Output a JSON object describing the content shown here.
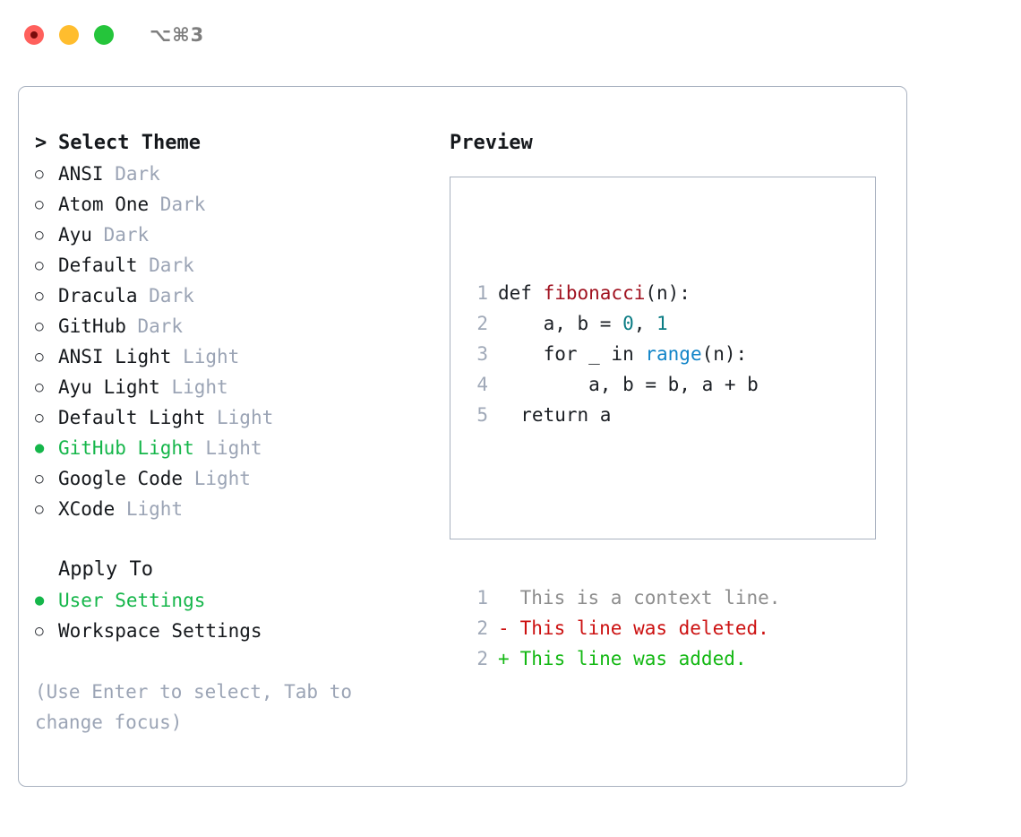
{
  "titlebar": {
    "shortcut": "⌥⌘3",
    "lights": [
      {
        "name": "close",
        "color": "#FF605C"
      },
      {
        "name": "minimize",
        "color": "#FFBD2E"
      },
      {
        "name": "maximize",
        "color": "#25C53B"
      }
    ]
  },
  "theme_section": {
    "caret": ">",
    "title": "Select Theme",
    "focused": true,
    "marker_unselected": "○",
    "marker_selected": "●",
    "items": [
      {
        "name": "ANSI",
        "suffix": " Dark",
        "selected": false
      },
      {
        "name": "Atom One",
        "suffix": " Dark",
        "selected": false
      },
      {
        "name": "Ayu",
        "suffix": " Dark",
        "selected": false
      },
      {
        "name": "Default",
        "suffix": " Dark",
        "selected": false
      },
      {
        "name": "Dracula",
        "suffix": " Dark",
        "selected": false
      },
      {
        "name": "GitHub",
        "suffix": " Dark",
        "selected": false
      },
      {
        "name": "ANSI Light",
        "suffix": " Light",
        "selected": false
      },
      {
        "name": "Ayu Light",
        "suffix": " Light",
        "selected": false
      },
      {
        "name": "Default Light",
        "suffix": " Light",
        "selected": false
      },
      {
        "name": "GitHub Light",
        "suffix": " Light",
        "selected": true
      },
      {
        "name": "Google Code",
        "suffix": " Light",
        "selected": false
      },
      {
        "name": "XCode",
        "suffix": " Light",
        "selected": false
      }
    ]
  },
  "apply_section": {
    "caret": ">",
    "title": "Apply To",
    "focused": false,
    "items": [
      {
        "name": "User Settings",
        "suffix": "",
        "selected": true
      },
      {
        "name": "Workspace Settings",
        "suffix": "",
        "selected": false
      }
    ]
  },
  "hint": "(Use Enter to select, Tab to change focus)",
  "preview": {
    "title": "Preview",
    "code_lines": [
      {
        "num": "1",
        "tokens": [
          {
            "t": "def ",
            "c": "plain"
          },
          {
            "t": "fibonacci",
            "c": "fn"
          },
          {
            "t": "(n):",
            "c": "plain"
          }
        ]
      },
      {
        "num": "2",
        "tokens": [
          {
            "t": "    a, b = ",
            "c": "plain"
          },
          {
            "t": "0",
            "c": "num"
          },
          {
            "t": ", ",
            "c": "plain"
          },
          {
            "t": "1",
            "c": "num"
          }
        ]
      },
      {
        "num": "3",
        "tokens": [
          {
            "t": "    for _ in ",
            "c": "plain"
          },
          {
            "t": "range",
            "c": "call"
          },
          {
            "t": "(n):",
            "c": "plain"
          }
        ]
      },
      {
        "num": "4",
        "tokens": [
          {
            "t": "        a, b = b, a + b",
            "c": "plain"
          }
        ]
      },
      {
        "num": "5",
        "tokens": [
          {
            "t": "  return a",
            "c": "plain"
          }
        ]
      }
    ],
    "diff_lines": [
      {
        "num": "1",
        "marker": " ",
        "text": " This is a context line.",
        "kind": "ctx"
      },
      {
        "num": "2",
        "marker": "-",
        "text": " This line was deleted.",
        "kind": "del"
      },
      {
        "num": "2",
        "marker": "+",
        "text": " This line was added.",
        "kind": "add"
      }
    ]
  },
  "colors": {
    "accent_green": "#15B64A",
    "muted": "#9BA4B5",
    "border": "#A9B2C0",
    "diff_del": "#CC1111",
    "diff_add": "#14B814",
    "syntax_fn": "#A0111F",
    "syntax_num": "#0B7C84",
    "syntax_call": "#1184C8"
  }
}
